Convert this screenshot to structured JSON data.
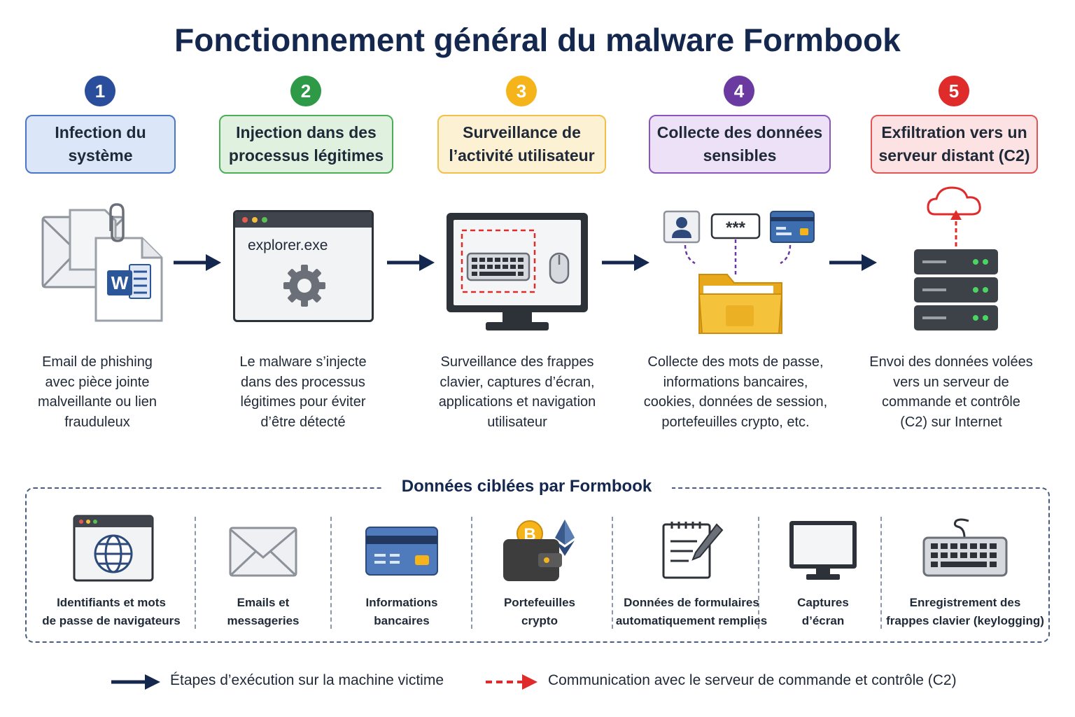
{
  "title": "Fonctionnement général du malware Formbook",
  "steps": [
    {
      "number": "1",
      "line1": "Infection du",
      "line2": "système",
      "color": "#2a4d9c",
      "box_bg": "#dbe6f8",
      "box_border": "#4a76c8",
      "desc": [
        "Email de phishing",
        "avec pièce jointe",
        "malveillante ou lien",
        "frauduleux"
      ]
    },
    {
      "number": "2",
      "line1": "Injection dans des",
      "line2": "processus légitimes",
      "color": "#2e9a48",
      "box_bg": "#e0f2df",
      "box_border": "#4cae58",
      "desc": [
        "Le malware s’injecte",
        "dans des processus",
        "légitimes pour éviter",
        "d’être détecté"
      ],
      "window_text": "explorer.exe"
    },
    {
      "number": "3",
      "line1": "Surveillance de",
      "line2": "l’activité utilisateur",
      "color": "#f4b41a",
      "box_bg": "#fdf1d4",
      "box_border": "#f2c04a",
      "desc": [
        "Surveillance des frappes",
        "clavier, captures d’écran,",
        "applications et navigation",
        "utilisateur"
      ]
    },
    {
      "number": "4",
      "line1": "Collecte des données",
      "line2": "sensibles",
      "color": "#6a3aa0",
      "box_bg": "#ece1f6",
      "box_border": "#8a55bd",
      "desc": [
        "Collecte des mots de passe,",
        "informations bancaires,",
        "cookies, données de session,",
        "portefeuilles crypto, etc."
      ],
      "password_text": "***"
    },
    {
      "number": "5",
      "line1": "Exfiltration vers un",
      "line2": "serveur distant (C2)",
      "color": "#e02b2b",
      "box_bg": "#fce2e2",
      "box_border": "#e05555",
      "desc": [
        "Envoi des données volées",
        "vers un serveur de",
        "commande et contrôle",
        "(C2) sur Internet"
      ]
    }
  ],
  "targets": {
    "title": "Données ciblées par Formbook",
    "items": [
      {
        "line1": "Identifiants et mots",
        "line2": "de passe de navigateurs",
        "icon": "browser-globe-icon"
      },
      {
        "line1": "Emails et",
        "line2": "messageries",
        "icon": "envelope-icon"
      },
      {
        "line1": "Informations",
        "line2": "bancaires",
        "icon": "credit-card-icon"
      },
      {
        "line1": "Portefeuilles",
        "line2": "crypto",
        "icon": "crypto-wallet-icon"
      },
      {
        "line1": "Données de formulaires",
        "line2": "automatiquement remplies",
        "icon": "form-notepad-icon"
      },
      {
        "line1": "Captures",
        "line2": "d’écran",
        "icon": "monitor-icon"
      },
      {
        "line1": "Enregistrement des",
        "line2": "frappes clavier (keylogging)",
        "icon": "keyboard-icon"
      }
    ]
  },
  "legend": {
    "solid": "Étapes d’exécution sur la machine victime",
    "dashed": "Communication avec le serveur de commande et contrôle (C2)",
    "solid_color": "#14274e",
    "dashed_color": "#e02b2b"
  },
  "word_letter": "W",
  "bitcoin_letter": "B"
}
